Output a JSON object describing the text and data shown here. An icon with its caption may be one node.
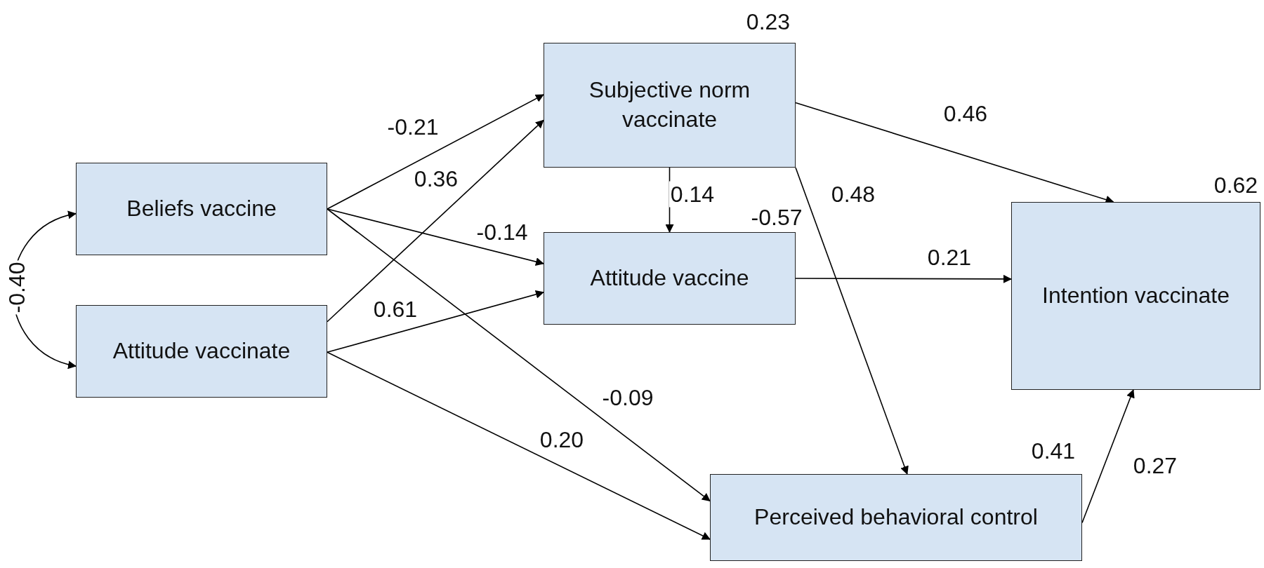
{
  "diagram": {
    "nodes": [
      {
        "text": [
          "Beliefs vaccine"
        ]
      },
      {
        "text": [
          "Attitude vaccinate"
        ]
      },
      {
        "text": [
          "Subjective norm vaccinate"
        ],
        "beside": [
          "0.23"
        ]
      },
      {
        "text": [
          "Attitude vaccine"
        ],
        "beside": [
          "-0.57"
        ]
      },
      {
        "text": [
          "Intention vaccinate"
        ],
        "beside": [
          "0.62"
        ]
      },
      {
        "text": [
          "Perceived behavioral control"
        ],
        "beside": [
          "0.41"
        ]
      }
    ],
    "edges": [
      {
        "from": 0,
        "to": 1,
        "arrow": "both",
        "label": "-0.40"
      },
      {
        "from": 0,
        "to": 2,
        "arrow": "to",
        "label": "-0.21"
      },
      {
        "from": 1,
        "to": 2,
        "arrow": "to",
        "label": "0.36"
      },
      {
        "from": 0,
        "to": 3,
        "arrow": "to",
        "label": "-0.14"
      },
      {
        "from": 1,
        "to": 3,
        "arrow": "to",
        "label": "0.61"
      },
      {
        "from": 0,
        "to": 5,
        "arrow": "to",
        "label": "-0.09"
      },
      {
        "from": 1,
        "to": 5,
        "arrow": "to",
        "label": "0.20"
      },
      {
        "from": 2,
        "to": 3,
        "arrow": "to",
        "label": "0.14"
      },
      {
        "from": 2,
        "to": 4,
        "arrow": "to",
        "label": "0.46"
      },
      {
        "from": 2,
        "to": 5,
        "arrow": "to",
        "label": "0.48"
      },
      {
        "from": 3,
        "to": 4,
        "arrow": "to",
        "label": "0.21"
      },
      {
        "from": 5,
        "to": 4,
        "arrow": "to",
        "label": "0.27"
      }
    ]
  }
}
